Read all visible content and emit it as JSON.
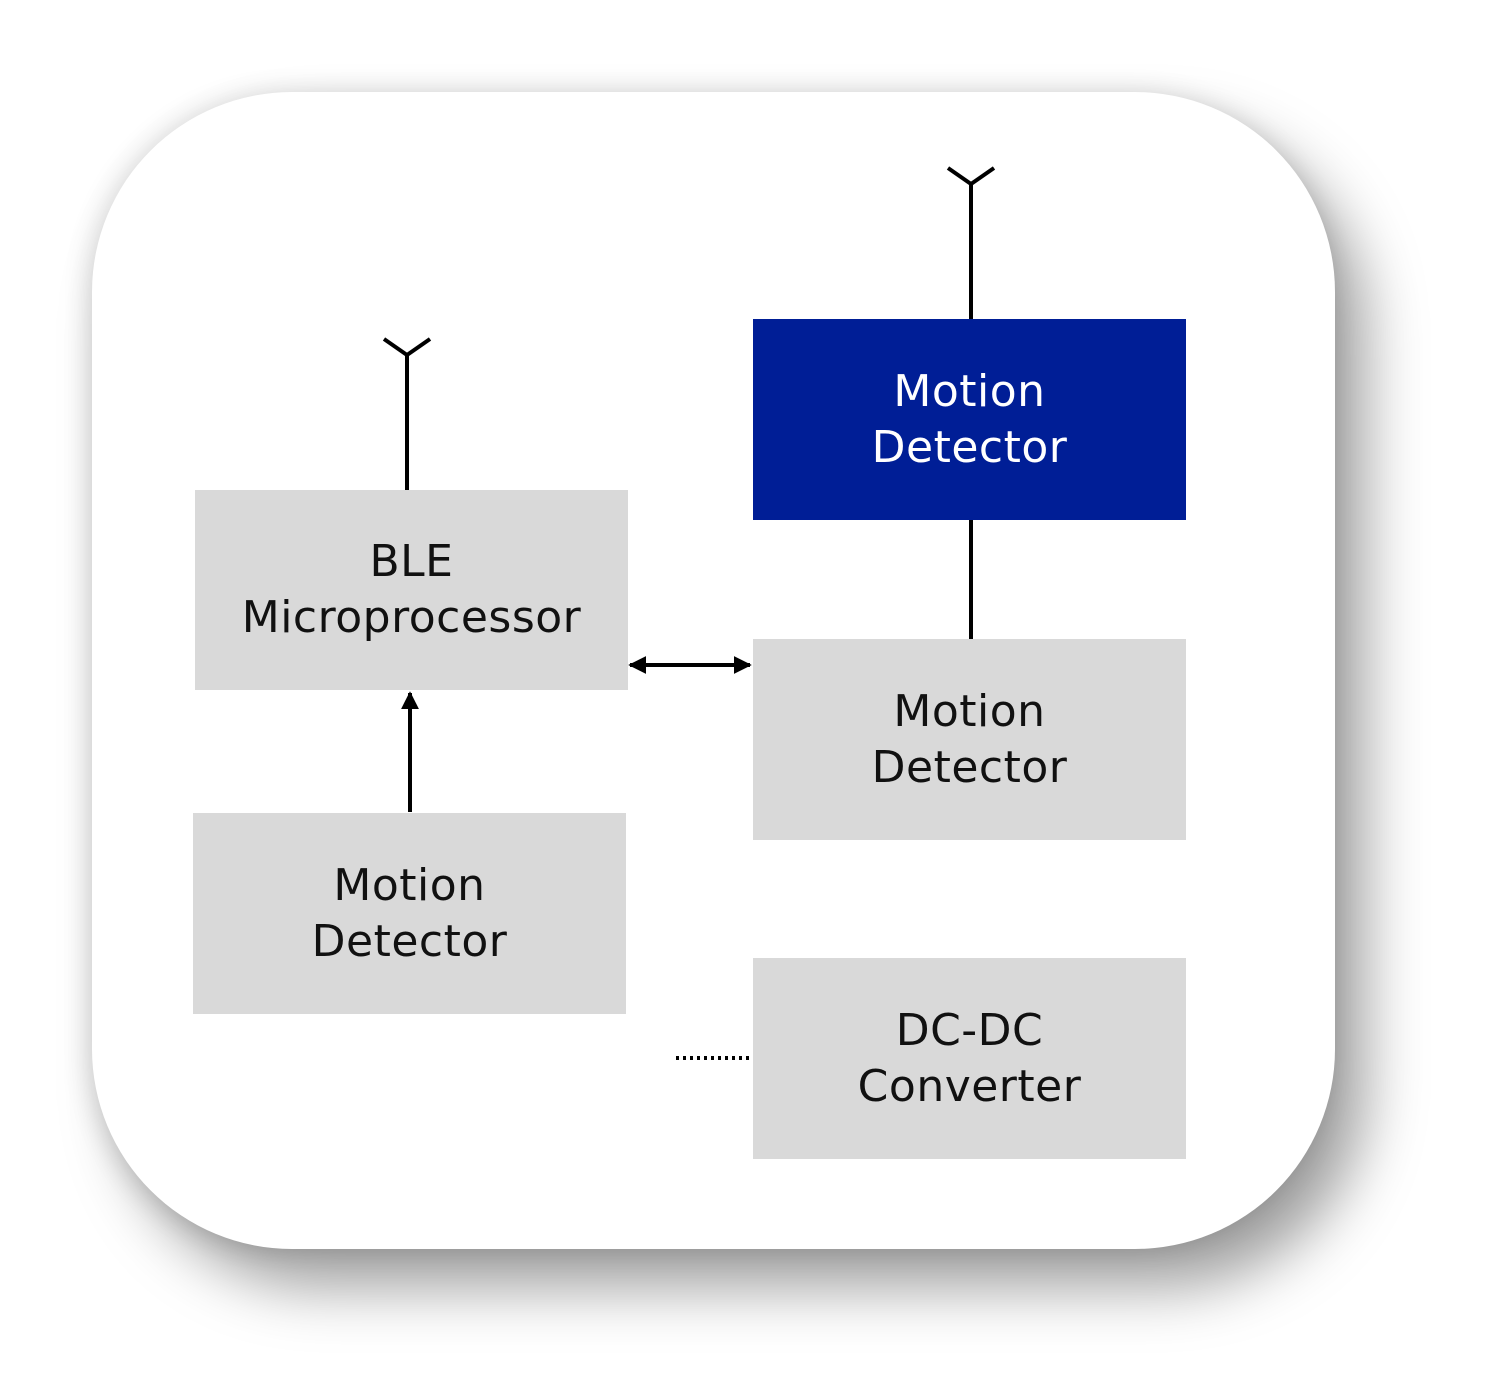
{
  "diagram": {
    "blocks": {
      "ble": {
        "label": "BLE\nMicroprocessor",
        "style": "gray"
      },
      "motion_left": {
        "label": "Motion\nDetector",
        "style": "gray"
      },
      "motion_top_right": {
        "label": "Motion\nDetector",
        "style": "highlighted"
      },
      "motion_mid_right": {
        "label": "Motion\nDetector",
        "style": "gray"
      },
      "dcdc": {
        "label": "DC-DC\nConverter",
        "style": "gray"
      }
    },
    "colors": {
      "highlight_block": "#001E96",
      "block_fill": "#D9D9D9",
      "line": "#000000"
    },
    "icons": [
      "antenna-icon"
    ]
  }
}
